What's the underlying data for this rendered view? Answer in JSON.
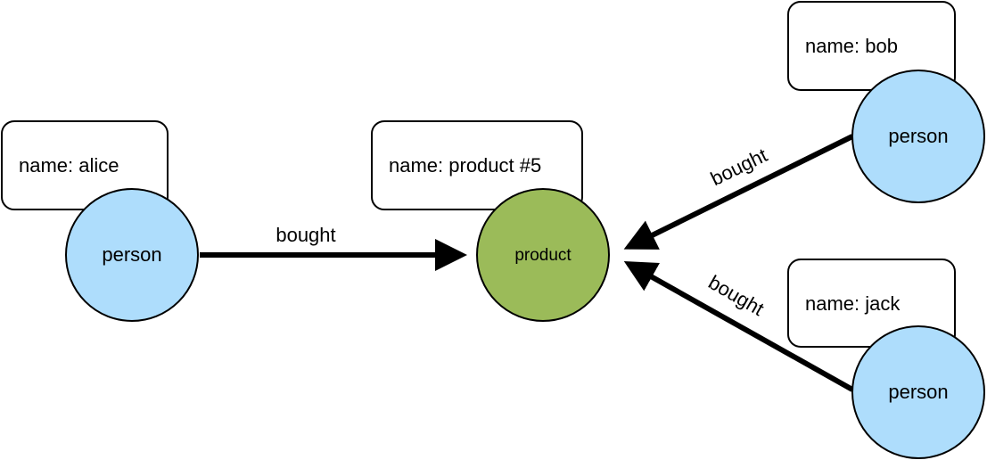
{
  "colors": {
    "person_fill": "#aeddfc",
    "product_fill": "#9bbb59",
    "stroke": "#000000"
  },
  "nodes": {
    "alice": {
      "label": "person",
      "property": "name: alice"
    },
    "product": {
      "label": "product",
      "property": "name: product #5"
    },
    "bob": {
      "label": "person",
      "property": "name: bob"
    },
    "jack": {
      "label": "person",
      "property": "name: jack"
    }
  },
  "edges": {
    "alice_product": {
      "label": "bought"
    },
    "bob_product": {
      "label": "bought"
    },
    "jack_product": {
      "label": "bought"
    }
  }
}
